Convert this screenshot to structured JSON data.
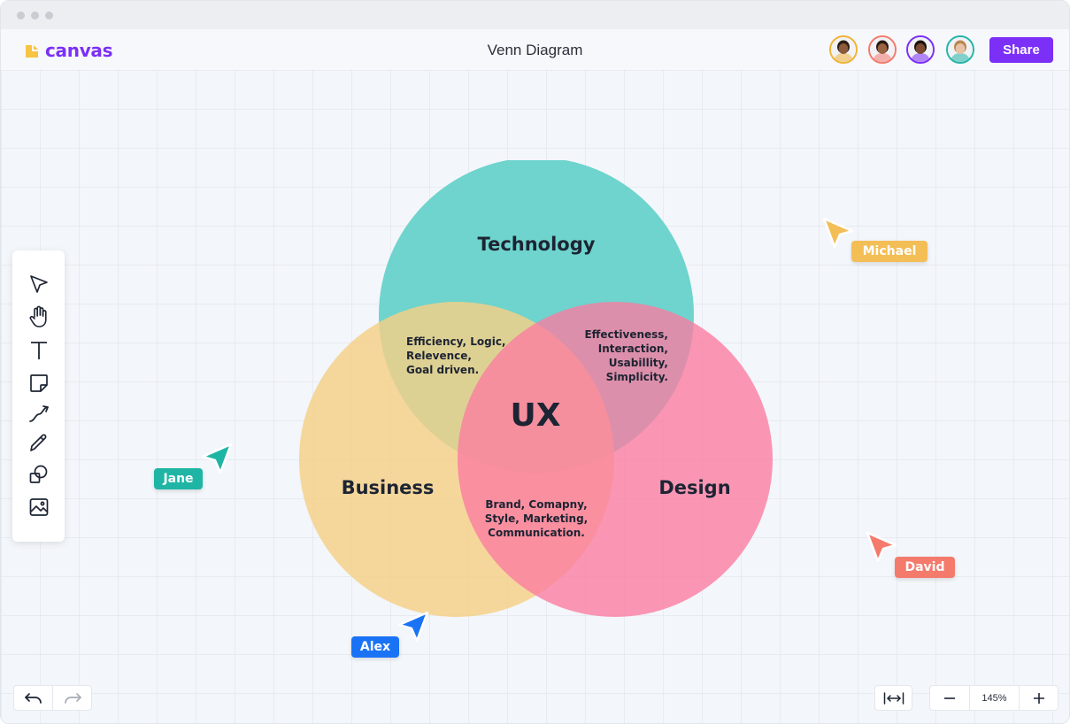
{
  "app": {
    "logo_text": "canvas",
    "document_title": "Venn Diagram",
    "share_label": "Share",
    "brand_color": "#7b2ff7",
    "avatars": [
      {
        "ring": "#f0b338",
        "skin": "#8a5a3b",
        "hair": "#2b1d14"
      },
      {
        "ring": "#f47a6c",
        "skin": "#9a6442",
        "hair": "#2a1a12"
      },
      {
        "ring": "#7b2ff7",
        "skin": "#7a4a32",
        "hair": "#1c120d"
      },
      {
        "ring": "#24b5a8",
        "skin": "#e7c2a6",
        "hair": "#b8864f"
      }
    ]
  },
  "toolbar": {
    "tools": [
      "select-icon",
      "hand-icon",
      "text-icon",
      "sticky-note-icon",
      "connector-icon",
      "pencil-icon",
      "shapes-icon",
      "image-icon"
    ]
  },
  "venn": {
    "circles": [
      {
        "label": "Technology",
        "color": "#5fd0c8"
      },
      {
        "label": "Business",
        "color": "#f5cf86"
      },
      {
        "label": "Design",
        "color": "#fb7ba0"
      }
    ],
    "center_label": "UX",
    "intersections": {
      "technology_business": [
        "Efficiency, Logic,",
        "Relevence,",
        "Goal driven."
      ],
      "technology_design": [
        "Effectiveness,",
        "Interaction,",
        "Usabillity,",
        "Simplicity."
      ],
      "business_design": [
        "Brand, Comapny,",
        "Style, Marketing,",
        "Communication."
      ]
    }
  },
  "cursors": [
    {
      "name": "Michael",
      "color": "#f3be55"
    },
    {
      "name": "Jane",
      "color": "#1fb5a5"
    },
    {
      "name": "David",
      "color": "#f47a6c"
    },
    {
      "name": "Alex",
      "color": "#1a73f5"
    }
  ],
  "bottom_bar": {
    "zoom_level": "145%"
  }
}
